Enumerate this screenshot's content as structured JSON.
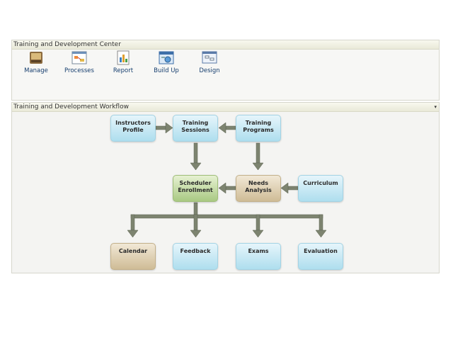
{
  "center": {
    "title": "Training and Development Center",
    "tools": [
      {
        "id": "manage",
        "label": "Manage",
        "icon": "manage-icon"
      },
      {
        "id": "processes",
        "label": "Processes",
        "icon": "processes-icon"
      },
      {
        "id": "report",
        "label": "Report",
        "icon": "report-icon"
      },
      {
        "id": "build-up",
        "label": "Build Up",
        "icon": "build-up-icon"
      },
      {
        "id": "design",
        "label": "Design",
        "icon": "design-icon"
      }
    ]
  },
  "workflow": {
    "title": "Training and Development Workflow",
    "collapse_glyph": "▾",
    "nodes": {
      "instructors_profile": {
        "line1": "Instructors",
        "line2": "Profile"
      },
      "training_sessions": {
        "line1": "Training",
        "line2": "Sessions"
      },
      "training_programs": {
        "line1": "Training",
        "line2": "Programs"
      },
      "scheduler_enrollment": {
        "line1": "Scheduler",
        "line2": "Enrollment"
      },
      "needs_analysis": {
        "line1": "Needs",
        "line2": "Analysis"
      },
      "curriculum": {
        "line1": "Curriculum",
        "line2": ""
      },
      "calendar": {
        "line1": "Calendar",
        "line2": ""
      },
      "feedback": {
        "line1": "Feedback",
        "line2": ""
      },
      "exams": {
        "line1": "Exams",
        "line2": ""
      },
      "evaluation": {
        "line1": "Evaluation",
        "line2": ""
      }
    }
  },
  "colors": {
    "arrow": "#7d8470",
    "node_blue": "#aedeee",
    "node_green": "#a9c983",
    "node_tan": "#cfbc96"
  }
}
